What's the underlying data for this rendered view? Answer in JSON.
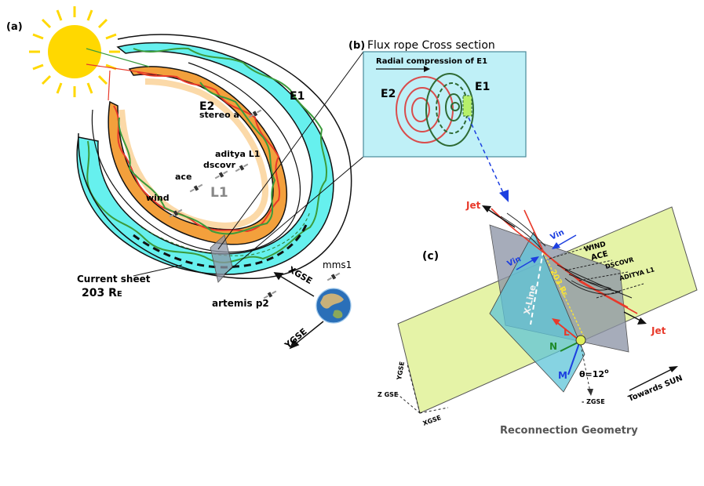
{
  "panel_a": {
    "label": "(a)",
    "e1": "E1",
    "e2": "E2",
    "l1": "L1",
    "current_sheet": "Current sheet",
    "distance": "203 R",
    "distance_sub": "E",
    "sc_stereo": "stereo a",
    "sc_aditya": "aditya L1",
    "sc_dscovr": "dscovr",
    "sc_ace": "ace",
    "sc_wind": "wind",
    "sc_mms": "mms1",
    "sc_artemis": "artemis p2",
    "xgse": "XGSE",
    "ygse": "YGSE"
  },
  "panel_b": {
    "label": "(b)",
    "title": "Flux rope Cross section",
    "compression": "Radial compression of E1",
    "e2": "E2",
    "e1": "E1"
  },
  "panel_c": {
    "label": "(c)",
    "jet": "Jet",
    "vin": "Vin",
    "wind": "WIND",
    "ace": "ACE",
    "dscovr": "DSCOVR",
    "aditya": "ADITYA L1",
    "xline": "X-Line",
    "dist": "203 R",
    "dist_sub": "E",
    "L": "L",
    "N": "N",
    "M": "M",
    "theta": "θ=12",
    "theta_deg": "o",
    "minus_z": "- ZGSE",
    "towards_sun": "Towards SUN",
    "ygse": "YGSE",
    "zgse": "Z GSE",
    "xgse": "XGSE",
    "caption": "Reconnection Geometry"
  },
  "colors": {
    "sun": "#ffd800",
    "sheath": "#66f0ee",
    "rope": "#f3a03c",
    "red_line": "#e8392a",
    "green_line": "#3b9b3b",
    "panel_b_bg": "#bff0f7",
    "plane_green": "#e5f3a7",
    "plane_grey": "#8d95a6",
    "plane_cyan": "#5ec4d8",
    "arrow_blue": "#1c3fe0"
  }
}
